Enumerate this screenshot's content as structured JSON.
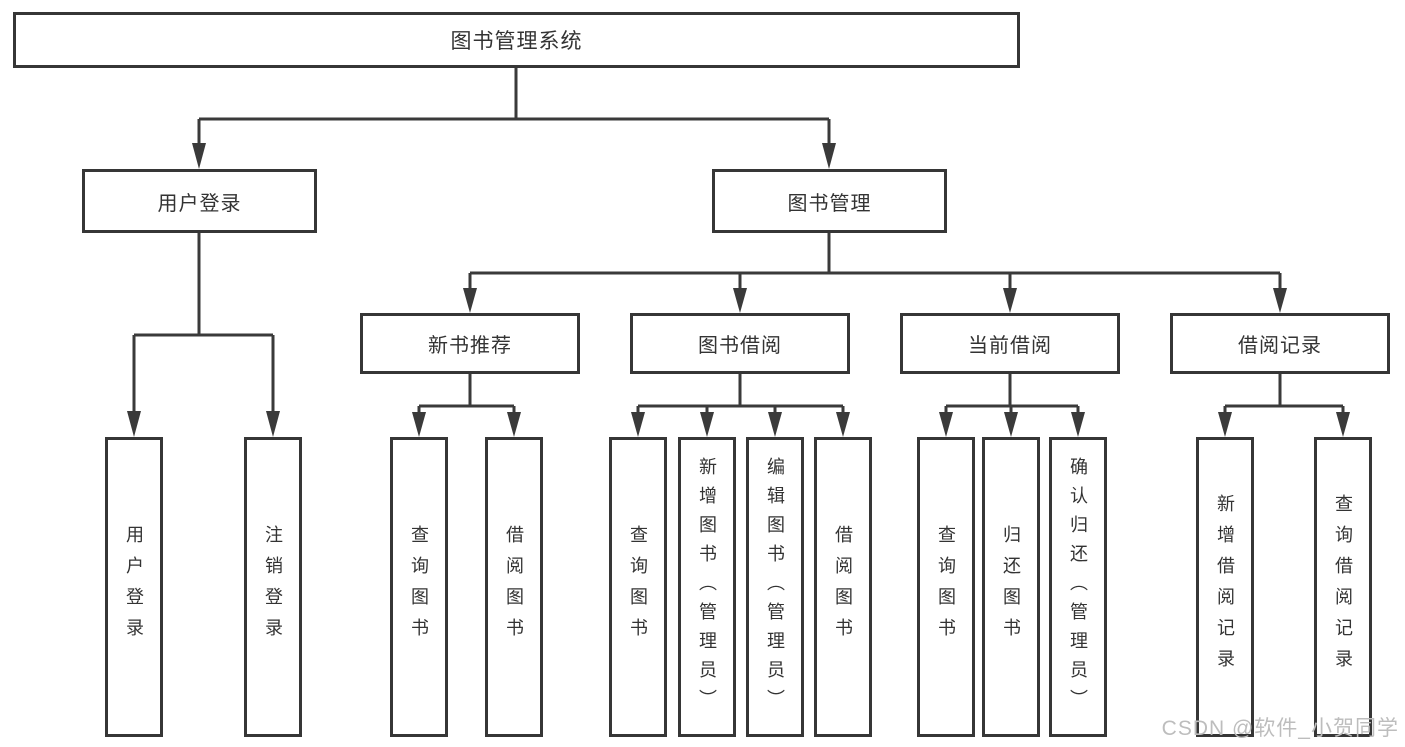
{
  "diagram": {
    "type": "tree",
    "title": "图书管理系统",
    "colors": {
      "line": "#3a3a3a",
      "box_border": "#363636",
      "box_fill": "#ffffff",
      "text": "#333333",
      "background": "#ffffff",
      "watermark": "#bdbdbd"
    },
    "nodes": {
      "root": {
        "label": "图书管理系统"
      },
      "level2": [
        {
          "label": "用户登录",
          "parent": "图书管理系统"
        },
        {
          "label": "图书管理",
          "parent": "图书管理系统"
        }
      ],
      "level3": [
        {
          "label": "新书推荐",
          "parent": "图书管理"
        },
        {
          "label": "图书借阅",
          "parent": "图书管理"
        },
        {
          "label": "当前借阅",
          "parent": "图书管理"
        },
        {
          "label": "借阅记录",
          "parent": "图书管理"
        }
      ],
      "leaves": [
        {
          "label": "用户登录",
          "parent": "用户登录"
        },
        {
          "label": "注销登录",
          "parent": "用户登录"
        },
        {
          "label": "查询图书",
          "parent": "新书推荐"
        },
        {
          "label": "借阅图书",
          "parent": "新书推荐"
        },
        {
          "label": "查询图书",
          "parent": "图书借阅"
        },
        {
          "label": "新增图书（管理员）",
          "parent": "图书借阅"
        },
        {
          "label": "编辑图书（管理员）",
          "parent": "图书借阅"
        },
        {
          "label": "借阅图书",
          "parent": "图书借阅"
        },
        {
          "label": "查询图书",
          "parent": "当前借阅"
        },
        {
          "label": "归还图书",
          "parent": "当前借阅"
        },
        {
          "label": "确认归还（管理员）",
          "parent": "当前借阅"
        },
        {
          "label": "新增借阅记录",
          "parent": "借阅记录"
        },
        {
          "label": "查询借阅记录",
          "parent": "借阅记录"
        }
      ]
    },
    "watermark": "CSDN @软件_小贺同学"
  }
}
